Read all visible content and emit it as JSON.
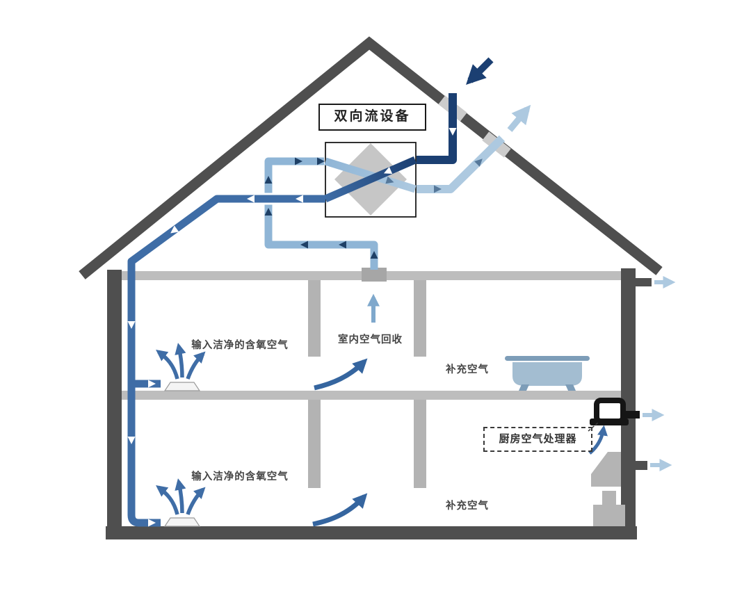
{
  "diagram": {
    "type": "house-ventilation-schematic",
    "labels": {
      "hrv_unit": "双向流设备",
      "indoor_air_recovery": "室内空气回收",
      "fresh_air_supply_upper": "输入洁净的含氧空气",
      "fresh_air_supply_lower": "输入洁净的含氧空气",
      "makeup_air_upper": "补充空气",
      "makeup_air_lower": "补充空气",
      "kitchen_air_processor": "厨房空气处理器"
    },
    "flows": [
      {
        "name": "outdoor-fresh-air-intake",
        "color": "#1b3f72"
      },
      {
        "name": "filtered-supply-air",
        "color": "#3f6da6"
      },
      {
        "name": "indoor-return-air",
        "color": "#8fb5d6"
      },
      {
        "name": "exhaust-air-outdoor",
        "color": "#adc9e0"
      }
    ],
    "colors": {
      "structure_dark": "#4f4f4f",
      "slab_gray": "#bdbdbd",
      "interior_wall_gray": "#b3b3b3",
      "navy_blue": "#1b3f72",
      "medium_blue": "#3f6da6",
      "light_blue": "#8fb5d6",
      "pale_blue": "#adc9e0",
      "swoosh_blue": "#35659f",
      "label_text": "#454545",
      "background": "#ffffff"
    }
  }
}
